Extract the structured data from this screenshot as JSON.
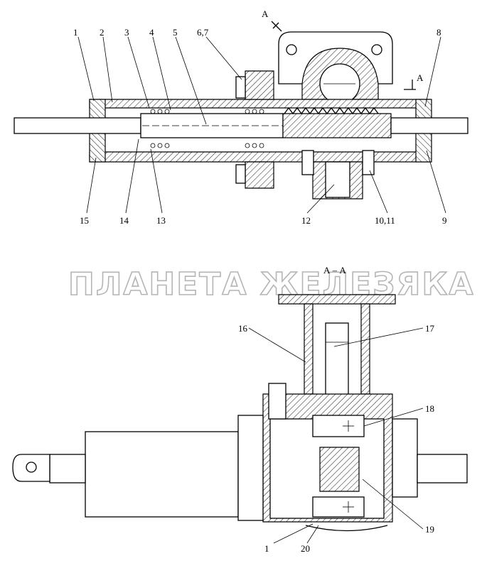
{
  "watermark": "ПЛАНЕТА ЖЕЛЕЗЯКА",
  "section_marks": {
    "cut_top": "А",
    "cut_right": "А",
    "section_title": "А – А"
  },
  "top_view_labels": {
    "p1": "1",
    "p2": "2",
    "p3": "3",
    "p4": "4",
    "p5": "5",
    "p67": "6,7",
    "p8": "8",
    "p15": "15",
    "p14": "14",
    "p13": "13",
    "p12": "12",
    "p1011": "10,11",
    "p9": "9"
  },
  "bottom_view_labels": {
    "p16": "16",
    "p17": "17",
    "p18": "18",
    "p19": "19",
    "p1": "1",
    "p20": "20"
  }
}
